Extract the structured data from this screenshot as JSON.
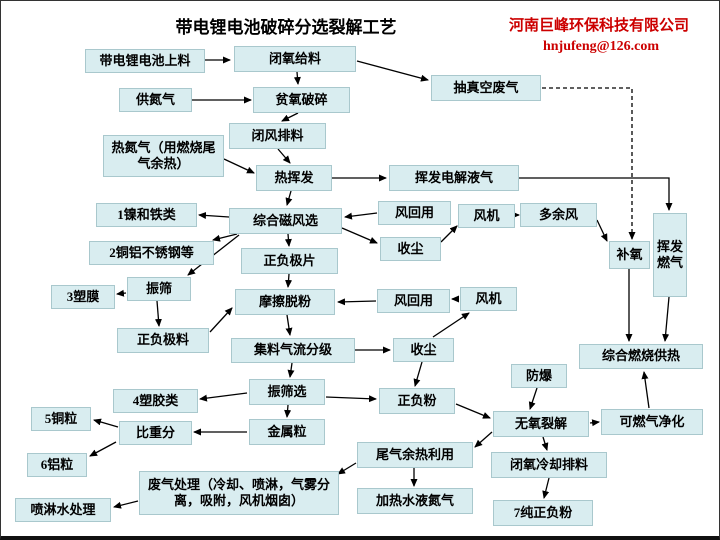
{
  "header": {
    "title": "带电锂电池破碎分选裂解工艺",
    "company": "河南巨峰环保科技有限公司",
    "email": "hnjufeng@126.com"
  },
  "colors": {
    "node_bg": "#d9edf0",
    "node_border": "#a9c8cd",
    "accent_red": "#cc0000",
    "line": "#000000"
  },
  "nodes": {
    "battery_feed": "带电锂电池上料",
    "closed_oxygen_feeding": "闭氧给料",
    "vacuum_exhaust": "抽真空废气",
    "nitrogen_supply": "供氮气",
    "oxygen_poor_crushing": "贫氧破碎",
    "closed_air_discharge": "闭风排料",
    "hot_nitrogen": "热氮气（用燃烧尾气余热）",
    "thermal_volatilization": "热挥发",
    "electrolyte_vapor": "挥发电解液气",
    "nickel_iron": "1镍和铁类",
    "magnetic_wind_separation": "综合磁风选",
    "wind_reuse_1": "风回用",
    "fan_1": "风机",
    "excess_wind": "多余风",
    "copper_aluminum_steel": "2铜铝不锈钢等",
    "electrode_sheets": "正负极片",
    "dust_collection_1": "收尘",
    "oxygen_supplement": "补氧",
    "volatile_fuel_gas": "挥发燃气",
    "plastic_film": "3塑膜",
    "vibrating_screen": "振筛",
    "friction_depowdering": "摩擦脱粉",
    "wind_reuse_2": "风回用",
    "fan_2": "风机",
    "electrode_material": "正负极料",
    "airflow_classification": "集料气流分级",
    "dust_collection_2": "收尘",
    "combustion_heating": "综合燃烧供热",
    "explosion_proof": "防爆",
    "vibrating_screening": "振筛选",
    "positive_negative_powder": "正负粉",
    "plastics": "4塑胶类",
    "copper_particles": "5铜粒",
    "gravity_separation": "比重分",
    "metal_particles": "金属粒",
    "oxygen_free_pyrolysis": "无氧裂解",
    "combustible_gas_purification": "可燃气净化",
    "aluminum_particles": "6铝粒",
    "tail_gas_heat": "尾气余热利用",
    "closed_oxygen_cooling_discharge": "闭氧冷却排料",
    "waste_gas_treatment": "废气处理（冷却、喷淋，气雾分离，吸附，风机烟囱）",
    "spray_water_treatment": "喷淋水处理",
    "heating_water_nitrogen": "加热水液氮气",
    "pure_powder": "7纯正负粉"
  },
  "edges": [
    [
      "battery_feed",
      "closed_oxygen_feeding"
    ],
    [
      "closed_oxygen_feeding",
      "vacuum_exhaust"
    ],
    [
      "closed_oxygen_feeding",
      "oxygen_poor_crushing"
    ],
    [
      "nitrogen_supply",
      "oxygen_poor_crushing"
    ],
    [
      "oxygen_poor_crushing",
      "closed_air_discharge"
    ],
    [
      "closed_air_discharge",
      "thermal_volatilization"
    ],
    [
      "hot_nitrogen",
      "thermal_volatilization"
    ],
    [
      "thermal_volatilization",
      "electrolyte_vapor"
    ],
    [
      "electrolyte_vapor",
      "volatile_fuel_gas"
    ],
    [
      "thermal_volatilization",
      "magnetic_wind_separation"
    ],
    [
      "magnetic_wind_separation",
      "nickel_iron"
    ],
    [
      "magnetic_wind_separation",
      "copper_aluminum_steel"
    ],
    [
      "magnetic_wind_separation",
      "vibrating_screen"
    ],
    [
      "magnetic_wind_separation",
      "electrode_sheets"
    ],
    [
      "magnetic_wind_separation",
      "dust_collection_1"
    ],
    [
      "wind_reuse_1",
      "magnetic_wind_separation"
    ],
    [
      "dust_collection_1",
      "fan_1"
    ],
    [
      "fan_1",
      "excess_wind"
    ],
    [
      "excess_wind",
      "oxygen_supplement"
    ],
    [
      "vacuum_exhaust",
      "oxygen_supplement"
    ],
    [
      "oxygen_supplement",
      "combustion_heating"
    ],
    [
      "volatile_fuel_gas",
      "combustion_heating"
    ],
    [
      "vibrating_screen",
      "plastic_film"
    ],
    [
      "vibrating_screen",
      "electrode_material"
    ],
    [
      "electrode_material",
      "friction_depowdering"
    ],
    [
      "electrode_sheets",
      "friction_depowdering"
    ],
    [
      "wind_reuse_2",
      "friction_depowdering"
    ],
    [
      "fan_2",
      "wind_reuse_2"
    ],
    [
      "dust_collection_2",
      "fan_2"
    ],
    [
      "friction_depowdering",
      "airflow_classification"
    ],
    [
      "airflow_classification",
      "dust_collection_2"
    ],
    [
      "dust_collection_2",
      "positive_negative_powder"
    ],
    [
      "airflow_classification",
      "vibrating_screening"
    ],
    [
      "vibrating_screening",
      "plastics"
    ],
    [
      "vibrating_screening",
      "positive_negative_powder"
    ],
    [
      "vibrating_screening",
      "metal_particles"
    ],
    [
      "metal_particles",
      "gravity_separation"
    ],
    [
      "gravity_separation",
      "copper_particles"
    ],
    [
      "gravity_separation",
      "aluminum_particles"
    ],
    [
      "positive_negative_powder",
      "oxygen_free_pyrolysis"
    ],
    [
      "explosion_proof",
      "oxygen_free_pyrolysis"
    ],
    [
      "oxygen_free_pyrolysis",
      "combustible_gas_purification"
    ],
    [
      "combustible_gas_purification",
      "combustion_heating"
    ],
    [
      "oxygen_free_pyrolysis",
      "closed_oxygen_cooling_discharge"
    ],
    [
      "closed_oxygen_cooling_discharge",
      "pure_powder"
    ],
    [
      "oxygen_free_pyrolysis",
      "tail_gas_heat"
    ],
    [
      "tail_gas_heat",
      "heating_water_nitrogen"
    ],
    [
      "tail_gas_heat",
      "waste_gas_treatment"
    ],
    [
      "waste_gas_treatment",
      "spray_water_treatment"
    ]
  ]
}
